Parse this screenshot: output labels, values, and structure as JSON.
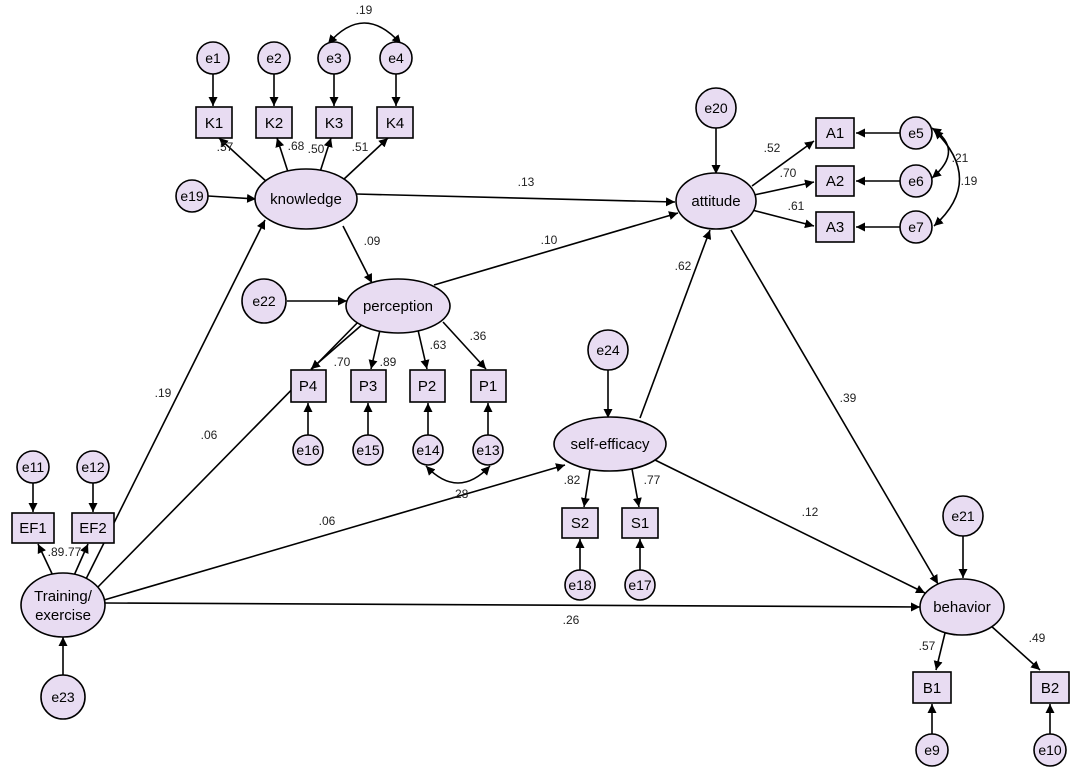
{
  "colors": {
    "node_fill": "#e8dcf2",
    "stroke": "#000000",
    "text": "#000000"
  },
  "latents": {
    "knowledge": "knowledge",
    "attitude": "attitude",
    "perception": "perception",
    "self_efficacy": "self-efficacy",
    "training_line1": "Training/",
    "training_line2": "exercise",
    "behavior": "behavior"
  },
  "indicators": {
    "k1": "K1",
    "k2": "K2",
    "k3": "K3",
    "k4": "K4",
    "a1": "A1",
    "a2": "A2",
    "a3": "A3",
    "p4": "P4",
    "p3": "P3",
    "p2": "P2",
    "p1": "P1",
    "s2": "S2",
    "s1": "S1",
    "ef1": "EF1",
    "ef2": "EF2",
    "b1": "B1",
    "b2": "B2"
  },
  "errors": {
    "e1": "e1",
    "e2": "e2",
    "e3": "e3",
    "e4": "e4",
    "e5": "e5",
    "e6": "e6",
    "e7": "e7",
    "e9": "e9",
    "e10": "e10",
    "e11": "e11",
    "e12": "e12",
    "e13": "e13",
    "e14": "e14",
    "e15": "e15",
    "e16": "e16",
    "e17": "e17",
    "e18": "e18",
    "e19": "e19",
    "e20": "e20",
    "e21": "e21",
    "e22": "e22",
    "e23": "e23",
    "e24": "e24"
  },
  "coefficients": {
    "e3_e4": ".19",
    "k1": ".57",
    "k2": ".68",
    "k3": ".50",
    "k4": ".51",
    "a1": ".52",
    "a2": ".70",
    "a3": ".61",
    "e5_e6": ".21",
    "e6_e7": ".19",
    "knowledge_attitude": ".13",
    "knowledge_perception": ".09",
    "perception_attitude": ".10",
    "selfefficacy_attitude": ".62",
    "p4": ".70",
    "p3": ".89",
    "p2": ".63",
    "p1": ".36",
    "e14_e13": ".28",
    "training_knowledge": ".19",
    "training_perception": ".06",
    "training_selfefficacy": ".06",
    "s2": ".82",
    "s1": ".77",
    "attitude_behavior": ".39",
    "selfefficacy_behavior": ".12",
    "training_behavior": ".26",
    "ef1": ".89",
    "ef2": ".77",
    "b1": ".57",
    "b2": ".49"
  }
}
